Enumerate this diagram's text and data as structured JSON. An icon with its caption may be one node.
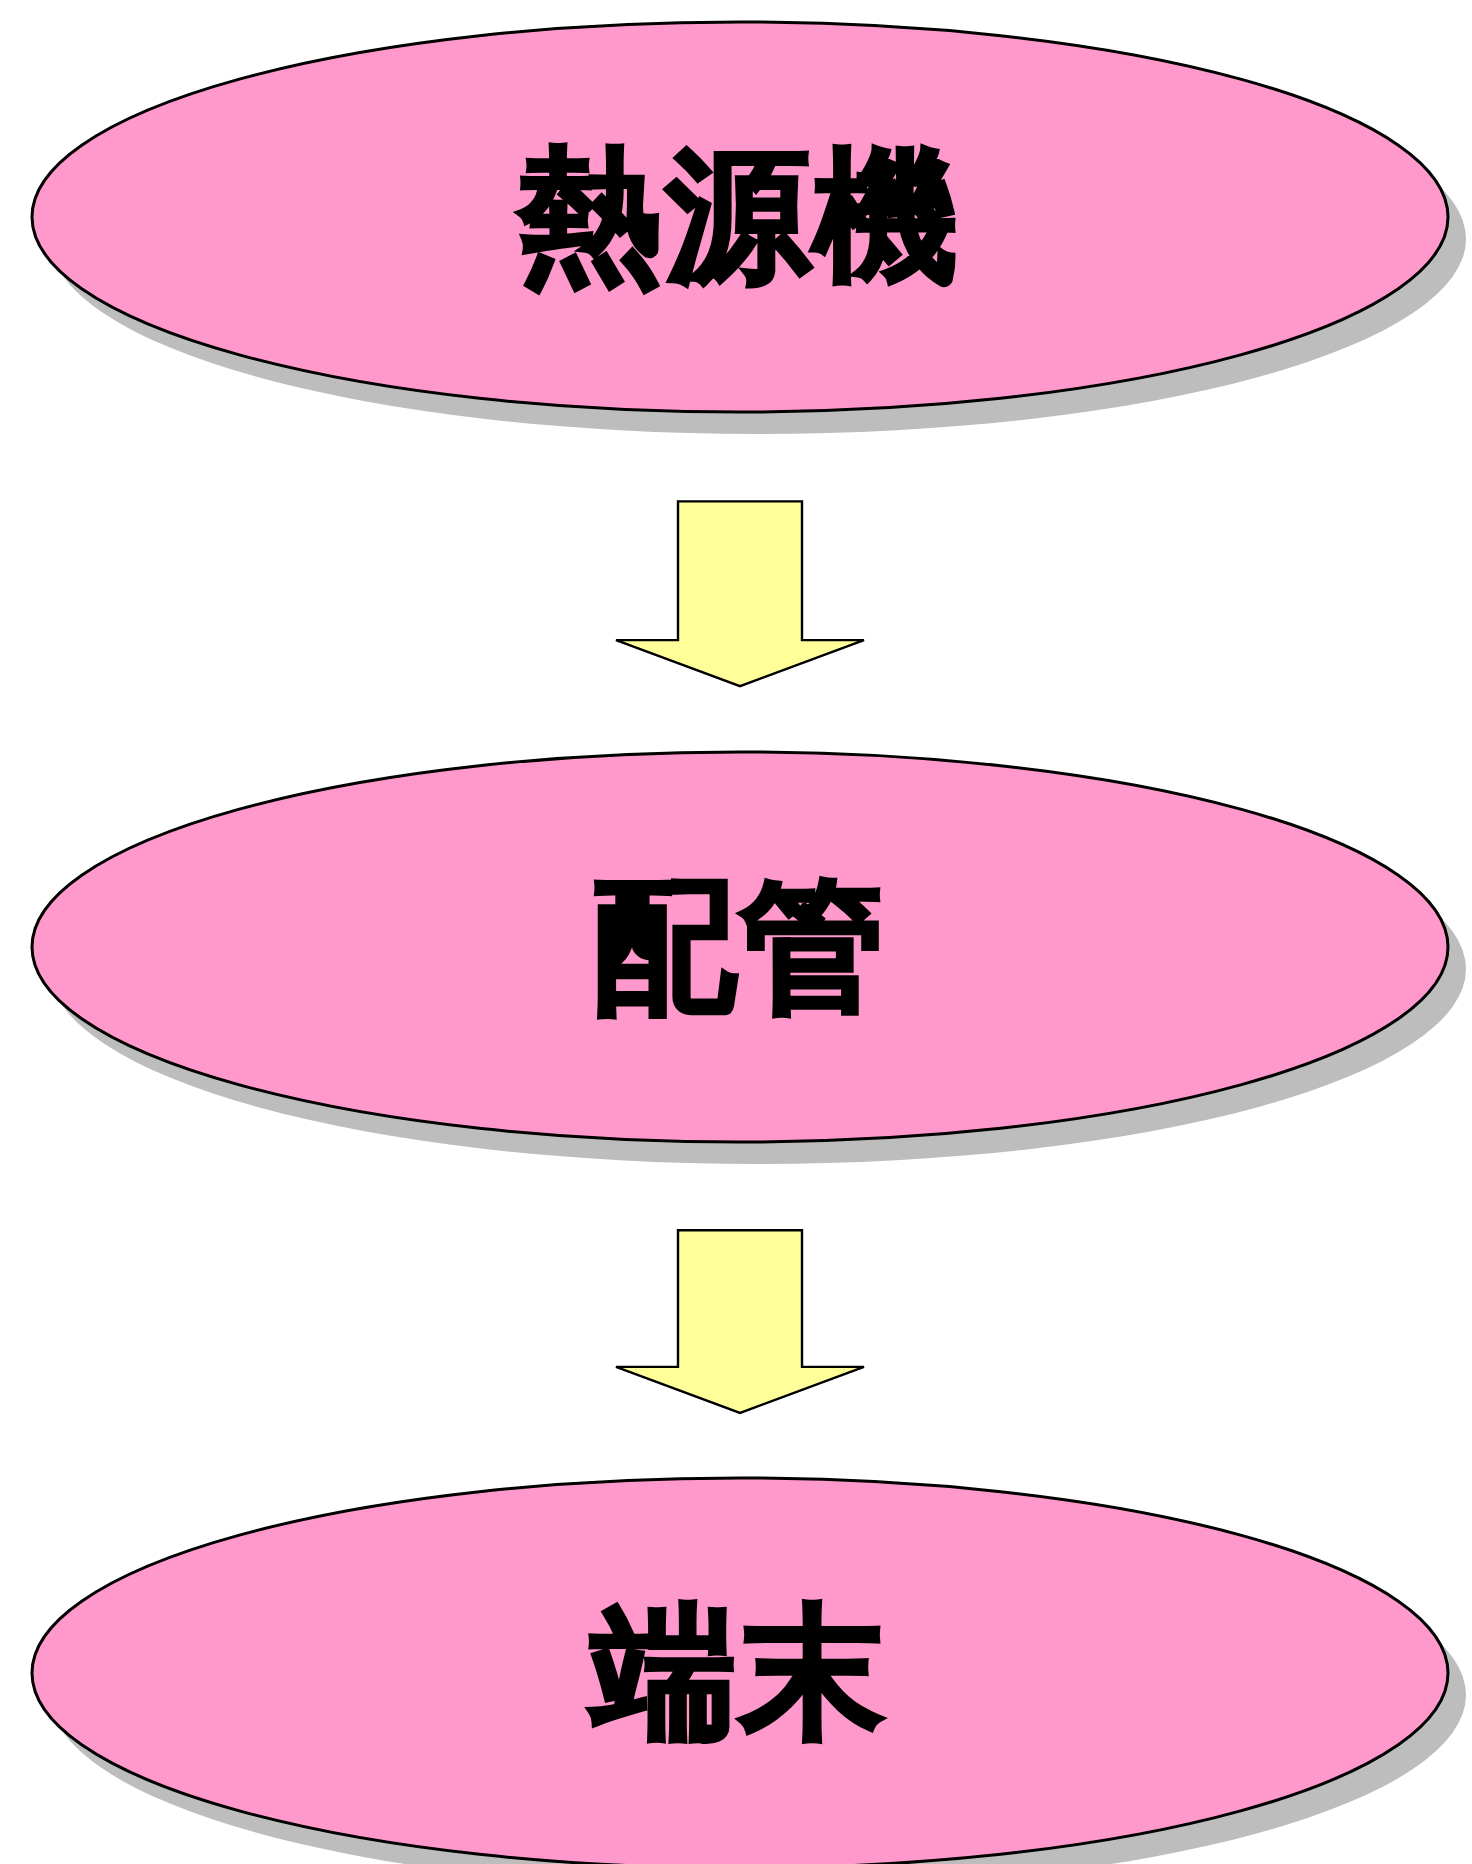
{
  "diagram": {
    "nodes": [
      {
        "text": [
          "熱源機"
        ]
      },
      {
        "text": [
          "配管"
        ]
      },
      {
        "text": [
          "端末"
        ]
      }
    ],
    "edges": [
      {
        "from": 0,
        "to": 1,
        "arrow": "to"
      },
      {
        "from": 1,
        "to": 2,
        "arrow": "to"
      }
    ]
  }
}
